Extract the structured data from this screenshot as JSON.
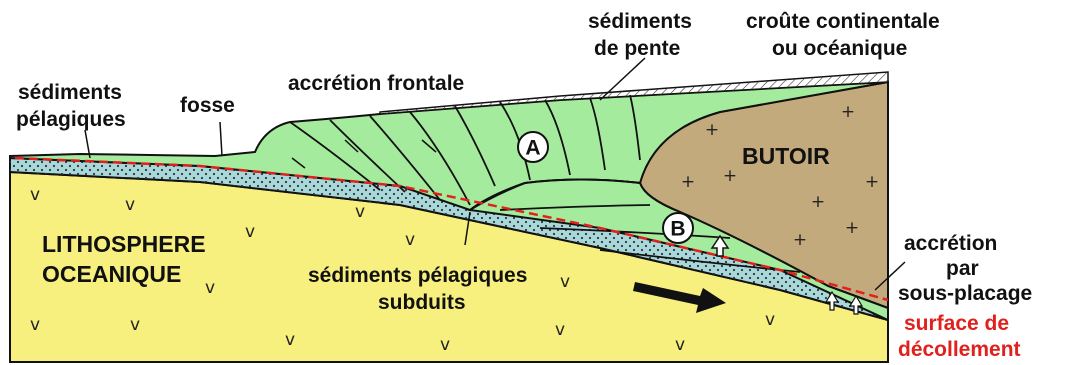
{
  "labels": {
    "sediments_pelagiques": [
      "sédiments",
      "pélagiques"
    ],
    "fosse": "fosse",
    "accretion_frontale": "accrétion frontale",
    "sediments_de_pente": [
      "sédiments",
      "de pente"
    ],
    "croute": [
      "croûte continentale",
      "ou océanique"
    ],
    "butoir": "BUTOIR",
    "lithosphere": [
      "LITHOSPHERE",
      "OCEANIQUE"
    ],
    "subduits": [
      "sédiments pélagiques",
      "subduits"
    ],
    "sous_placage": [
      "accrétion",
      "par",
      "sous-placage"
    ],
    "decollement": [
      "surface de",
      "décollement"
    ],
    "zone_a": "A",
    "zone_b": "B"
  },
  "symbols": {
    "mantle_mark": "v",
    "crust_mark": "+"
  },
  "colors": {
    "lithosphere": "#f8f07e",
    "prism": "#a4eb9d",
    "butoir": "#c3aa7c",
    "oceanic_layer": "#a8d8da",
    "decollement": "#e0211d",
    "outline": "#111111"
  }
}
